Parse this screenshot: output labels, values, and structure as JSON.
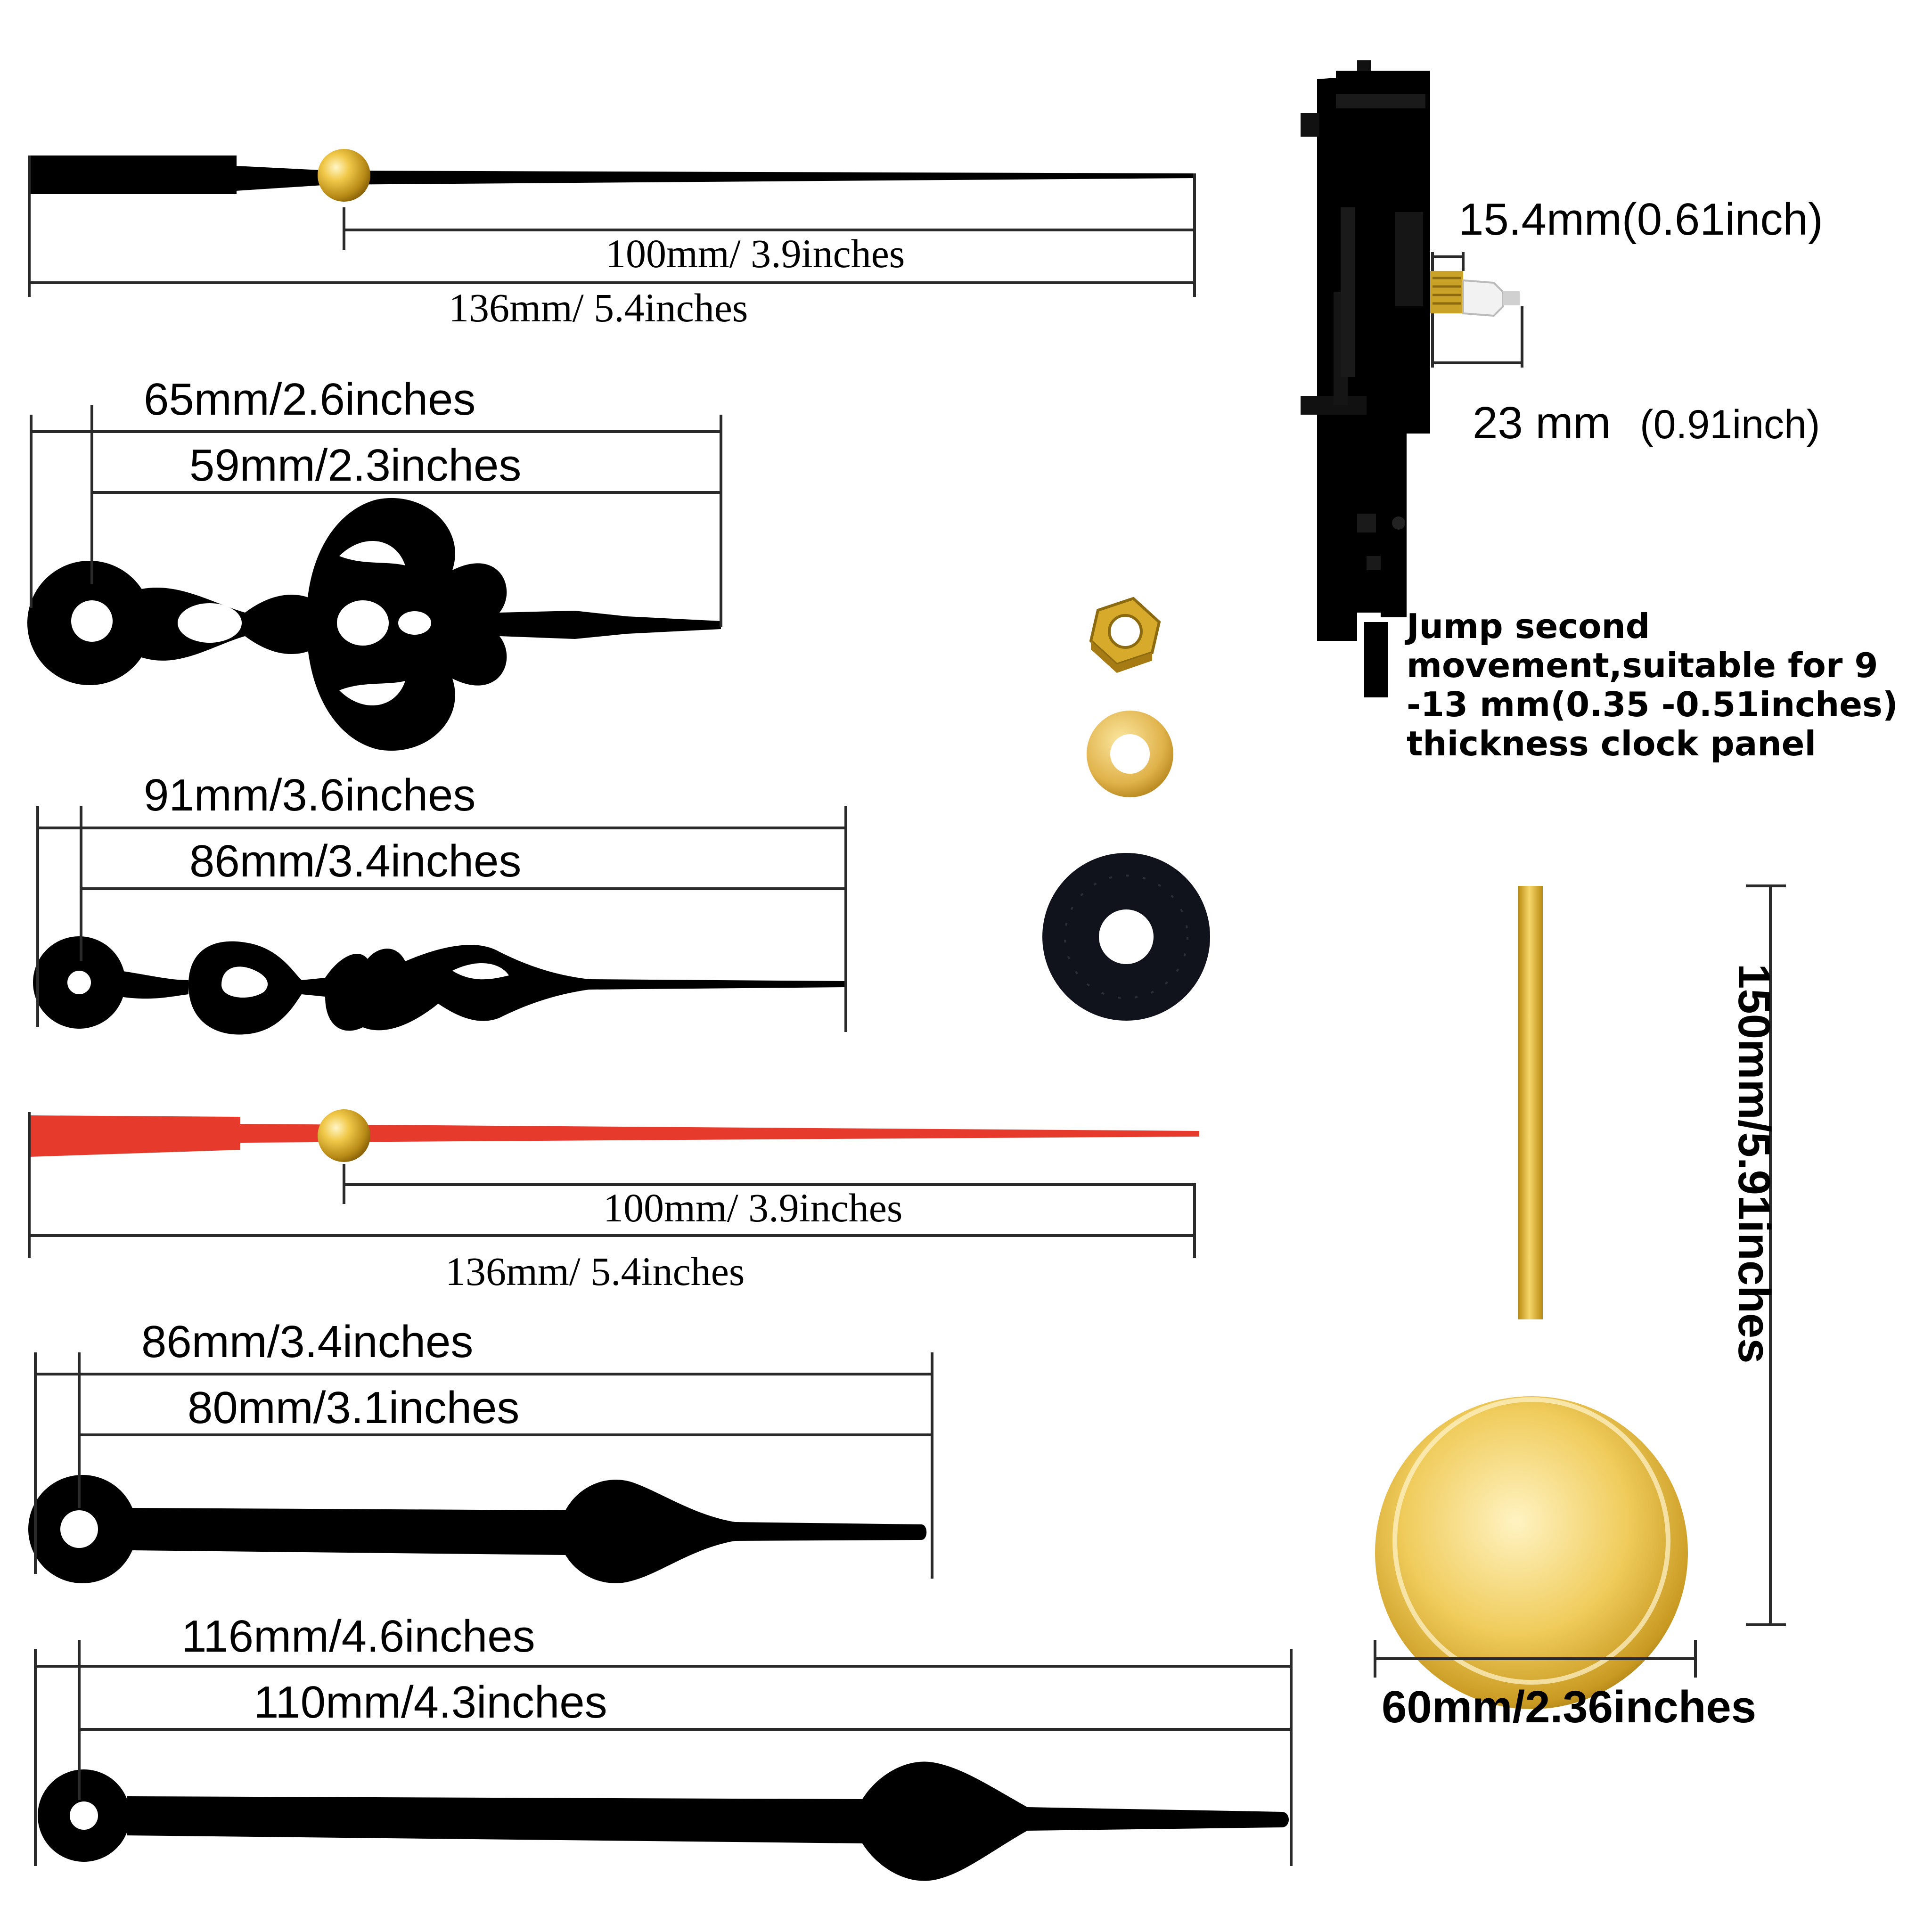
{
  "colors": {
    "hand": "#000000",
    "second_hand": "#e53a2c",
    "brass": "#d6a92a",
    "dimension_line": "#2a2a2a"
  },
  "labels": {
    "hour_hand_1": {
      "hub_to_tip": "100mm/ 3.9inches",
      "overall": "136mm/ 5.4inches"
    },
    "ornate_hour_hand": {
      "overall": "65mm/2.6inches",
      "hub_to_tip": "59mm/2.3inches"
    },
    "ornate_minute_hand": {
      "overall": "91mm/3.6inches",
      "hub_to_tip": "86mm/3.4inches"
    },
    "red_second_hand": {
      "hub_to_tip": "100mm/ 3.9inches",
      "overall": "136mm/ 5.4inches"
    },
    "spade_hour_hand": {
      "overall": "86mm/3.4inches",
      "hub_to_tip": "80mm/3.1inches"
    },
    "spade_minute_hand": {
      "overall": "116mm/4.6inches",
      "hub_to_tip": "110mm/4.3inches"
    },
    "movement": {
      "shaft_length": "15.4mm(0.61inch)",
      "total_shaft_value": "23 mm",
      "total_shaft_unit": "(0.91inch)",
      "description": "Jump second movement,suitable for 9 -13 mm(0.35 -0.51inches) thickness clock panel"
    },
    "pendulum": {
      "length": "150mm/5.91inches",
      "bob_diameter": "60mm/2.36inches"
    }
  },
  "icons": {
    "hour_hand": "straight-hand-with-brass-cap-icon",
    "ornate_hand": "filigree-clock-hand-icon",
    "spade_hand": "spade-clock-hand-icon",
    "movement": "clock-movement-icon",
    "hex_nut": "hex-nut-icon",
    "washer": "brass-washer-icon",
    "rubber_gasket": "rubber-gasket-icon",
    "pendulum": "brass-pendulum-icon"
  }
}
